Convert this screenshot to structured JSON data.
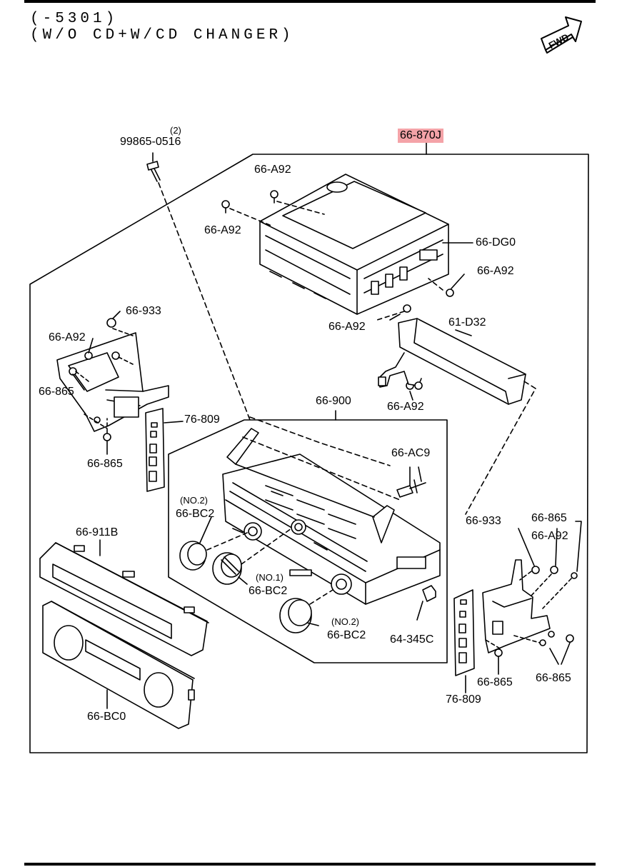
{
  "header": {
    "line1": "(-5301)",
    "line2": "(W/O CD+W/CD CHANGER)"
  },
  "orientation": {
    "label": "FWD",
    "icon": "direction-arrow-icon"
  },
  "highlight_color": "#f4a3a8",
  "callouts": {
    "screw_qty": "(2)",
    "screw": "99865-0516",
    "assembly": "66-870J",
    "a92_top": "66-A92",
    "a92_left": "66-A92",
    "dg0": "66-DG0",
    "a92_right": "66-A92",
    "a92_mid": "66-A92",
    "d32": "61-D32",
    "a92_cable": "66-A92",
    "n933_left": "66-933",
    "a92_bracket_left": "66-A92",
    "n865_left_top": "66-865",
    "n809_left": "76-809",
    "n865_left_bottom": "66-865",
    "n900": "66-900",
    "ac9": "66-AC9",
    "bc2_no2_qty": "(NO.2)",
    "bc2_no2": "66-BC2",
    "bc2_no1_qty": "(NO.1)",
    "bc2_no1": "66-BC2",
    "bc2_no2b_qty": "(NO.2)",
    "bc2_no2b": "66-BC2",
    "n345c": "64-345C",
    "n911b": "66-911B",
    "bc0": "66-BC0",
    "n933_right": "66-933",
    "n865_right_top": "66-865",
    "a92_bracket_right": "66-A92",
    "n865_right_a": "66-865",
    "n865_right_b": "66-865",
    "n809_right": "76-809"
  }
}
